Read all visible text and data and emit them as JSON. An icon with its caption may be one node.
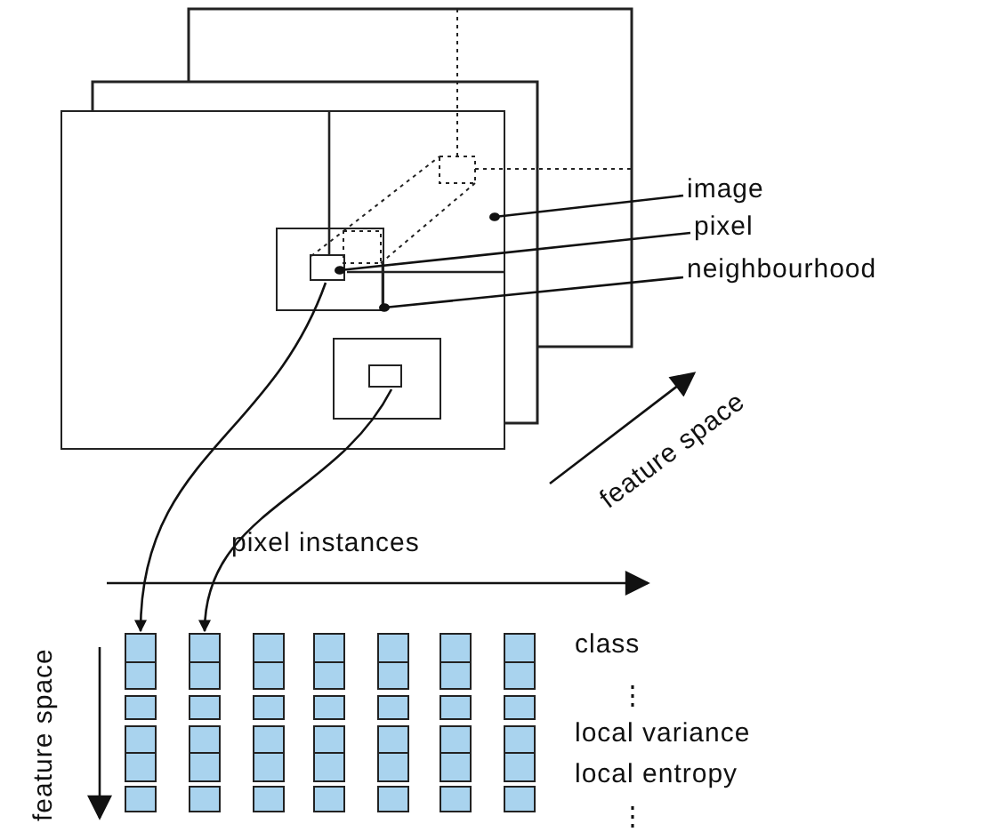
{
  "diagram": {
    "nodes": [
      {
        "text": [],
        "shape": "box"
      },
      {
        "text": [],
        "shape": "box",
        "in": 0
      },
      {
        "text": [],
        "shape": "box",
        "in": 1
      },
      {
        "text": [],
        "shape": "box",
        "in": 0
      },
      {
        "text": [],
        "shape": "box",
        "in": 3
      },
      {
        "text": [
          "image"
        ]
      },
      {
        "text": [
          "pixel"
        ]
      },
      {
        "text": [
          "neighbourhood"
        ]
      },
      {
        "text": [],
        "shape": "bar"
      },
      {
        "text": [],
        "shape": "bar"
      },
      {
        "text": [],
        "shape": "bar"
      },
      {
        "text": [],
        "shape": "bar"
      },
      {
        "text": [],
        "shape": "bar"
      },
      {
        "text": [],
        "shape": "bar"
      },
      {
        "text": [],
        "shape": "bar"
      }
    ],
    "edges": [
      {
        "from": 5,
        "to": 0,
        "arrow": "other"
      },
      {
        "from": 6,
        "to": 2,
        "arrow": "other"
      },
      {
        "from": 7,
        "to": 1,
        "arrow": "other"
      },
      {
        "from": 2,
        "to": 8,
        "arrow": "to"
      },
      {
        "from": 4,
        "to": 9,
        "arrow": "to"
      }
    ],
    "labels": [
      "pixel instances",
      "feature space",
      "feature space",
      "class",
      "⋮",
      "local variance",
      "local entropy",
      "⋮"
    ]
  }
}
